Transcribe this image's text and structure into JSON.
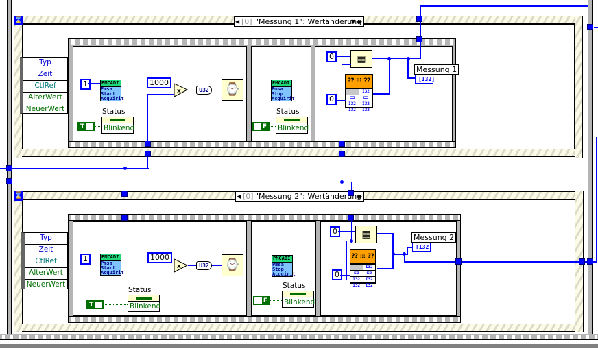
{
  "case_structures": [
    {
      "selector_label": "[0] \"Messung 1\": Wertänderung",
      "selector_index": "[0]",
      "selector_text": "\"Messung 1\": Wertänderung",
      "event_data_node": [
        "Typ",
        "Zeit",
        "CtlRef",
        "AlterWert",
        "NeuerWert"
      ],
      "frames": {
        "frame1": {
          "start_const": "1",
          "subvi_title": "PMCADI",
          "subvi_lines": [
            "Pmsa",
            "Start",
            "Acquirit"
          ],
          "multiplier_const": "1000",
          "multiply_symbol": "×",
          "convert_label": "U32",
          "status_label": "Status",
          "status_value": "Blinkend",
          "bool_const": "T"
        },
        "frame2": {
          "subvi_title": "PMCADI",
          "subvi_lines": [
            "Pmsa",
            "Stop",
            "Acquirit"
          ],
          "status_label": "Status",
          "status_value": "Blinkend",
          "bool_const": "F"
        },
        "frame3": {
          "const_a": "0",
          "const_b": "0",
          "indicator_label": "Messung 1",
          "indicator_type": "I32",
          "cluster_cells": [
            "I32",
            "I32",
            "I32",
            "I32",
            "I32"
          ]
        }
      }
    },
    {
      "selector_label": "[0] \"Messung 2\": Wertänderung",
      "selector_index": "[0]",
      "selector_text": "\"Messung 2\": Wertänderung",
      "event_data_node": [
        "Typ",
        "Zeit",
        "CtlRef",
        "AlterWert",
        "NeuerWert"
      ],
      "frames": {
        "frame1": {
          "start_const": "1",
          "subvi_title": "PMCADI",
          "subvi_lines": [
            "Pmsa",
            "Start",
            "Acquirit"
          ],
          "multiplier_const": "1000",
          "multiply_symbol": "×",
          "convert_label": "U32",
          "status_label": "Status",
          "status_value": "Blinkend",
          "bool_const": "T"
        },
        "frame2": {
          "subvi_title": "PMCADI",
          "subvi_lines": [
            "Pmsa",
            "Stop",
            "Acquirit"
          ],
          "status_label": "Status",
          "status_value": "Blinkend",
          "bool_const": "F"
        },
        "frame3": {
          "const_a": "0",
          "const_b": "0",
          "indicator_label": "Messung 2",
          "indicator_type": "I32",
          "cluster_cells": [
            "I32",
            "I32",
            "I32",
            "I32",
            "I32"
          ]
        }
      }
    }
  ],
  "icons": {
    "event_timeout": "hourglass-icon",
    "wait": "wristwatch-icon",
    "build_array": "build-array-icon",
    "unbundle": "unbundle-cluster-icon",
    "selector_prev": "◀",
    "selector_next": "▶",
    "selector_dropdown": "▼"
  },
  "colors": {
    "wire_int": "#0000ff",
    "bool": "#006d00",
    "cluster_header": "#ffa000",
    "subvi_header": "#1ed87a",
    "subvi_body": "#7fc4ff",
    "hatch_light": "#fbfbe8",
    "hatch_dark": "#dcdac8",
    "frame_gray": "#b5b5b5"
  }
}
